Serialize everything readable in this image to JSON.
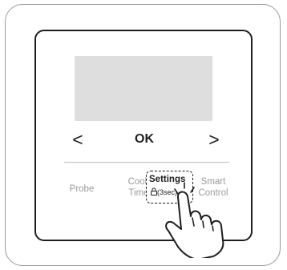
{
  "control_panel": {
    "nav": {
      "prev_glyph": "<",
      "ok_label": "OK",
      "next_glyph": ">"
    },
    "buttons": {
      "probe": "Probe",
      "cook_time_line1": "Cook",
      "cook_time_line2": "Time",
      "settings": "Settings",
      "settings_hold": "(3sec)",
      "smart_control_line1": "Smart",
      "smart_control_line2": "Control"
    },
    "icons": {
      "lock": "lock-icon",
      "hand": "pointing-hand-icon"
    },
    "colors": {
      "display": "#dedede",
      "active": "#1e1e1e",
      "inactive": "#9a9a9a"
    }
  }
}
